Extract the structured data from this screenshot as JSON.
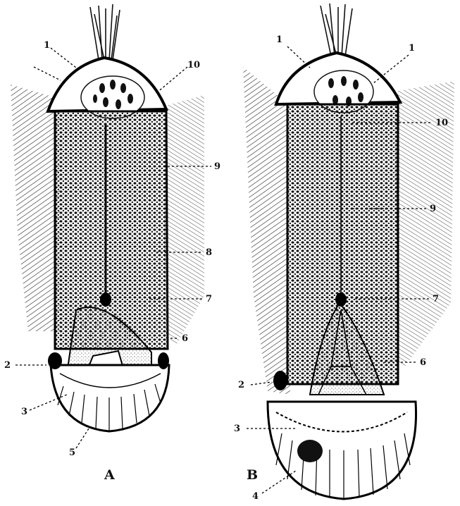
{
  "figure": {
    "panel_a": {
      "caption": "A",
      "labels": {
        "l1": "1",
        "l10": "10",
        "l9": "9",
        "l8": "8",
        "l7": "7",
        "l6": "6",
        "l2": "2",
        "l3": "3",
        "l5": "5"
      }
    },
    "panel_b": {
      "caption": "B",
      "labels": {
        "l1a": "1",
        "l1b": "1",
        "l10": "10",
        "l9": "9",
        "l7": "7",
        "l6": "6",
        "l2": "2",
        "l3": "3",
        "l4": "4"
      }
    }
  }
}
